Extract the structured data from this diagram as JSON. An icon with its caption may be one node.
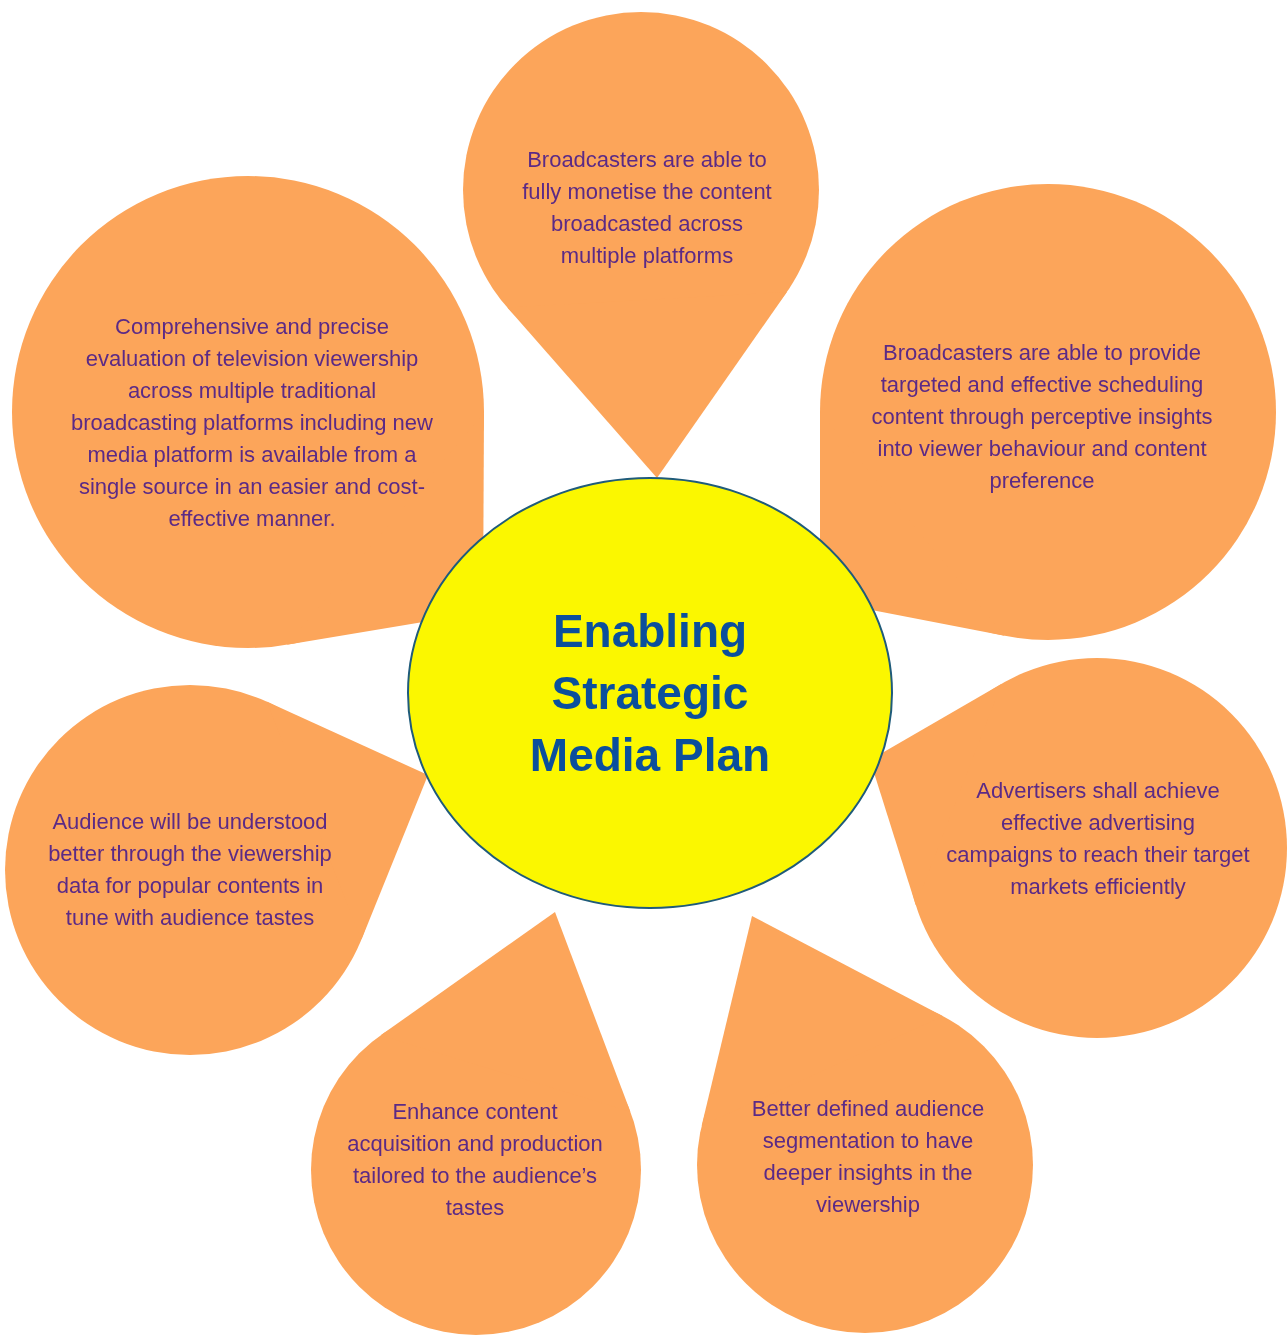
{
  "diagram": {
    "nodes": [
      {
        "text": [
          "Enabling Strategic Media Plan"
        ]
      },
      {
        "text": [
          "Broadcasters are able to fully monetise the content broadcasted across multiple platforms"
        ]
      },
      {
        "text": [
          "Comprehensive and precise evaluation of television viewership across multiple traditional broadcasting platforms including new media platform is available from a single source in an easier and cost-effective manner."
        ]
      },
      {
        "text": [
          "Broadcasters are able to provide targeted and effective scheduling content through perceptive insights into viewer behaviour and content preference"
        ]
      },
      {
        "text": [
          "Advertisers shall achieve effective advertising campaigns to reach their target markets efficiently"
        ]
      },
      {
        "text": [
          "Better defined audience segmentation to have deeper insights in the viewership"
        ]
      },
      {
        "text": [
          "Enhance content acquisition and production tailored to the audience’s tastes"
        ]
      },
      {
        "text": [
          "Audience will be understood better through the viewership data for popular contents in tune with audience tastes"
        ]
      }
    ]
  }
}
